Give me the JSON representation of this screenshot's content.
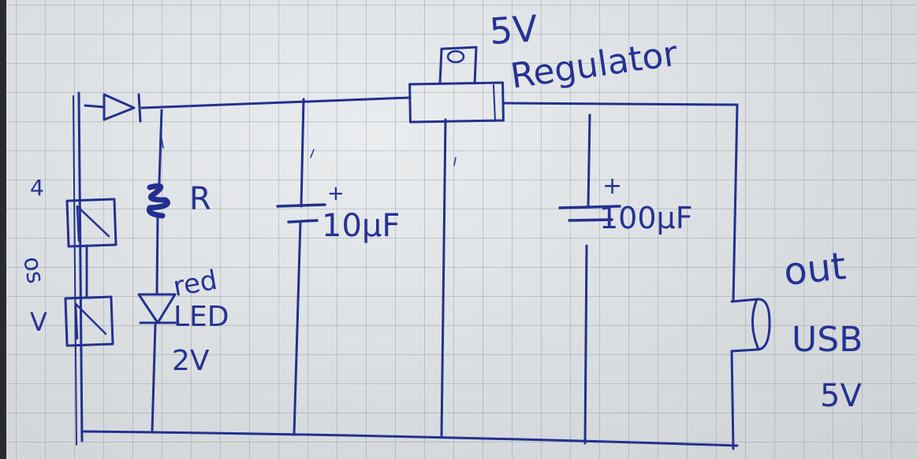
{
  "regulator": {
    "voltage": "5V",
    "label": "Regulator"
  },
  "capacitor_small": {
    "polarity": "+",
    "value": "10µF"
  },
  "capacitor_large": {
    "polarity": "+",
    "value": "100µF"
  },
  "resistor": {
    "label": "R"
  },
  "led": {
    "line1": "red",
    "line2": "LED",
    "line3": "2V"
  },
  "solar_panel": {
    "voltage": "4V",
    "label_top": "4",
    "label_mid": "os",
    "label_bottom": "V"
  },
  "usb_output": {
    "line1": "out",
    "line2": "USB",
    "line3": "5V"
  },
  "colors": {
    "ink": "#23308f",
    "paper": "#dfe3e6",
    "grid": "#8797a6"
  }
}
